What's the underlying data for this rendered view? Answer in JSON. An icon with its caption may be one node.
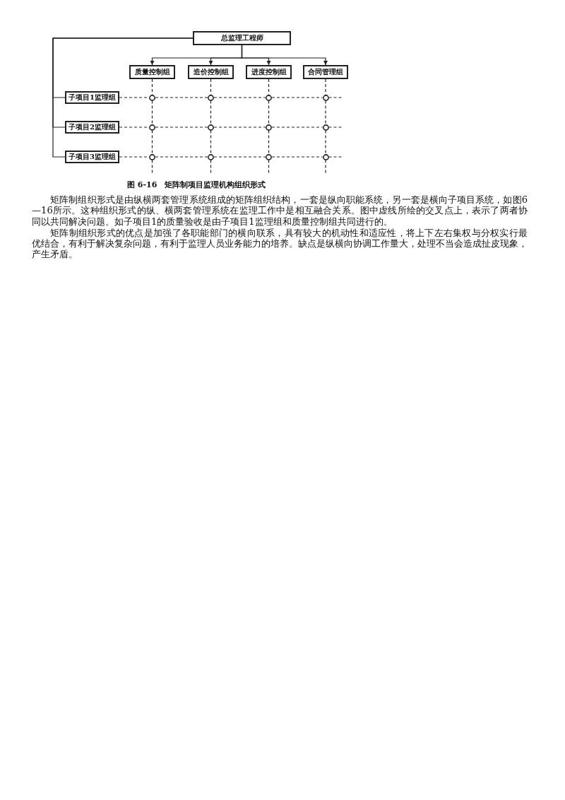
{
  "diagram": {
    "caption": "图 6-16　矩阵制项目监理机构组织形式",
    "nodes": [
      {
        "text": [
          "总监理工程师"
        ]
      },
      {
        "text": [
          "质量控制组"
        ]
      },
      {
        "text": [
          "造价控制组"
        ]
      },
      {
        "text": [
          "进度控制组"
        ]
      },
      {
        "text": [
          "合同管理组"
        ]
      },
      {
        "text": [
          "子项目1监理组"
        ]
      },
      {
        "text": [],
        "shape": "circle"
      },
      {
        "text": [],
        "shape": "circle"
      },
      {
        "text": [],
        "shape": "circle"
      },
      {
        "text": [],
        "shape": "circle"
      },
      {
        "text": [
          "子项目2监理组"
        ]
      },
      {
        "text": [],
        "shape": "circle"
      },
      {
        "text": [],
        "shape": "circle"
      },
      {
        "text": [],
        "shape": "circle"
      },
      {
        "text": [],
        "shape": "circle"
      },
      {
        "text": [
          "子项目3监理组"
        ]
      },
      {
        "text": [],
        "shape": "circle"
      },
      {
        "text": [],
        "shape": "circle"
      },
      {
        "text": [],
        "shape": "circle"
      },
      {
        "text": [],
        "shape": "circle"
      }
    ],
    "edges": [
      {
        "from": 0,
        "to": 1,
        "arrow": "to"
      },
      {
        "from": 0,
        "to": 2,
        "arrow": "to"
      },
      {
        "from": 0,
        "to": 3,
        "arrow": "to"
      },
      {
        "from": 0,
        "to": 4,
        "arrow": "to"
      },
      {
        "from": 0,
        "to": 5,
        "arrow": "none"
      },
      {
        "from": 0,
        "to": 10,
        "arrow": "none"
      },
      {
        "from": 0,
        "to": 15,
        "arrow": "none"
      },
      {
        "from": 1,
        "to": 6,
        "arrow": "none",
        "style": "dashed"
      },
      {
        "from": 6,
        "to": 11,
        "arrow": "none",
        "style": "dashed"
      },
      {
        "from": 11,
        "to": 16,
        "arrow": "none",
        "style": "dashed"
      },
      {
        "from": 16,
        "to": null,
        "arrow": "none",
        "style": "dashed"
      },
      {
        "from": 2,
        "to": 7,
        "arrow": "none",
        "style": "dashed"
      },
      {
        "from": 7,
        "to": 12,
        "arrow": "none",
        "style": "dashed"
      },
      {
        "from": 12,
        "to": 17,
        "arrow": "none",
        "style": "dashed"
      },
      {
        "from": 17,
        "to": null,
        "arrow": "none",
        "style": "dashed"
      },
      {
        "from": 3,
        "to": 8,
        "arrow": "none",
        "style": "dashed"
      },
      {
        "from": 8,
        "to": 13,
        "arrow": "none",
        "style": "dashed"
      },
      {
        "from": 13,
        "to": 18,
        "arrow": "none",
        "style": "dashed"
      },
      {
        "from": 18,
        "to": null,
        "arrow": "none",
        "style": "dashed"
      },
      {
        "from": 4,
        "to": 9,
        "arrow": "none",
        "style": "dashed"
      },
      {
        "from": 9,
        "to": 14,
        "arrow": "none",
        "style": "dashed"
      },
      {
        "from": 14,
        "to": 19,
        "arrow": "none",
        "style": "dashed"
      },
      {
        "from": 19,
        "to": null,
        "arrow": "none",
        "style": "dashed"
      },
      {
        "from": 5,
        "to": 6,
        "arrow": "none",
        "style": "dashed"
      },
      {
        "from": 6,
        "to": 7,
        "arrow": "none",
        "style": "dashed"
      },
      {
        "from": 7,
        "to": 8,
        "arrow": "none",
        "style": "dashed"
      },
      {
        "from": 8,
        "to": 9,
        "arrow": "none",
        "style": "dashed"
      },
      {
        "from": 9,
        "to": null,
        "arrow": "none",
        "style": "dashed"
      },
      {
        "from": 10,
        "to": 11,
        "arrow": "none",
        "style": "dashed"
      },
      {
        "from": 11,
        "to": 12,
        "arrow": "none",
        "style": "dashed"
      },
      {
        "from": 12,
        "to": 13,
        "arrow": "none",
        "style": "dashed"
      },
      {
        "from": 13,
        "to": 14,
        "arrow": "none",
        "style": "dashed"
      },
      {
        "from": 14,
        "to": null,
        "arrow": "none",
        "style": "dashed"
      },
      {
        "from": 15,
        "to": 16,
        "arrow": "none",
        "style": "dashed"
      },
      {
        "from": 16,
        "to": 17,
        "arrow": "none",
        "style": "dashed"
      },
      {
        "from": 17,
        "to": 18,
        "arrow": "none",
        "style": "dashed"
      },
      {
        "from": 18,
        "to": 19,
        "arrow": "none",
        "style": "dashed"
      },
      {
        "from": 19,
        "to": null,
        "arrow": "none",
        "style": "dashed"
      }
    ],
    "labels": [
      "矩阵制组织形式是由纵横两套管理系统组成的矩阵组织结构，一套是纵向职能系统，另一套是横向子项目系统，如图6—16所示。这种组织形式的纵、横两套管理系统在监理工作中是相互融合关系。图中虚线所绘的交叉点上，表示了两者协同以共同解决问题。如子项目1的质量验收是由子项目1监理组和质量控制组共同进行的。",
      "矩阵制组织形式的优点是加强了各职能部门的横向联系，具有较大的机动性和适应性，将上下左右集权与分权实行最优结合，有利于解决复杂问题，有利于监理人员业务能力的培养。缺点是纵横向协调工作量大，处理不当会造成扯皮现象，产生矛盾。"
    ]
  }
}
